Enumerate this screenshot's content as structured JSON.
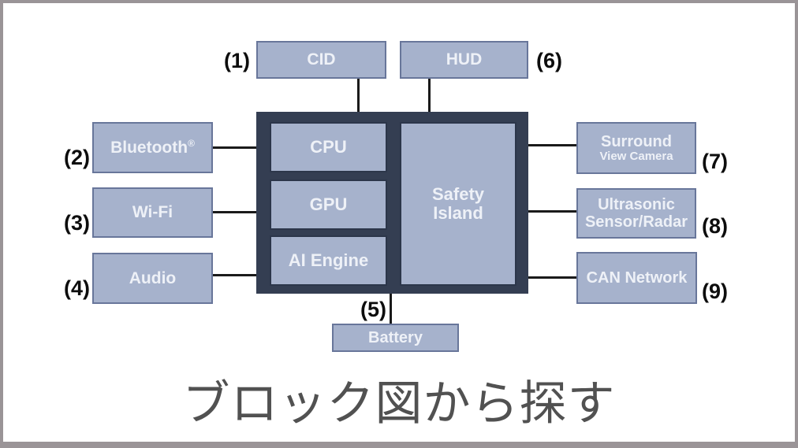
{
  "title": {
    "text": "ブロック図から探す"
  },
  "colors": {
    "frame_border": "#9a9497",
    "canvas_bg": "#ffffff",
    "box_fill": "#a6b2cc",
    "box_border": "#68769a",
    "soc_fill": "#343e52",
    "label_text": "#eef1f7",
    "number_text": "#0d0d0d",
    "connector_line": "#1a1a1a",
    "title_text": "#515151"
  },
  "soc": {
    "cpu": "CPU",
    "gpu": "GPU",
    "ai_engine": "AI Engine",
    "safety_island_line1": "Safety",
    "safety_island_line2": "Island"
  },
  "blocks": {
    "cid": {
      "number": "(1)",
      "label": "CID"
    },
    "bluetooth": {
      "number": "(2)",
      "label": "Bluetooth",
      "reg_mark": "®"
    },
    "wifi": {
      "number": "(3)",
      "label": "Wi-Fi"
    },
    "audio": {
      "number": "(4)",
      "label": "Audio"
    },
    "battery": {
      "number": "(5)",
      "label": "Battery"
    },
    "hud": {
      "number": "(6)",
      "label": "HUD"
    },
    "surround_view_camera": {
      "number": "(7)",
      "line1": "Surround",
      "line2": "View Camera"
    },
    "ultrasonic_sensor_radar": {
      "number": "(8)",
      "line1": "Ultrasonic",
      "line2": "Sensor/Radar"
    },
    "can_network": {
      "number": "(9)",
      "label": "CAN Network"
    }
  }
}
